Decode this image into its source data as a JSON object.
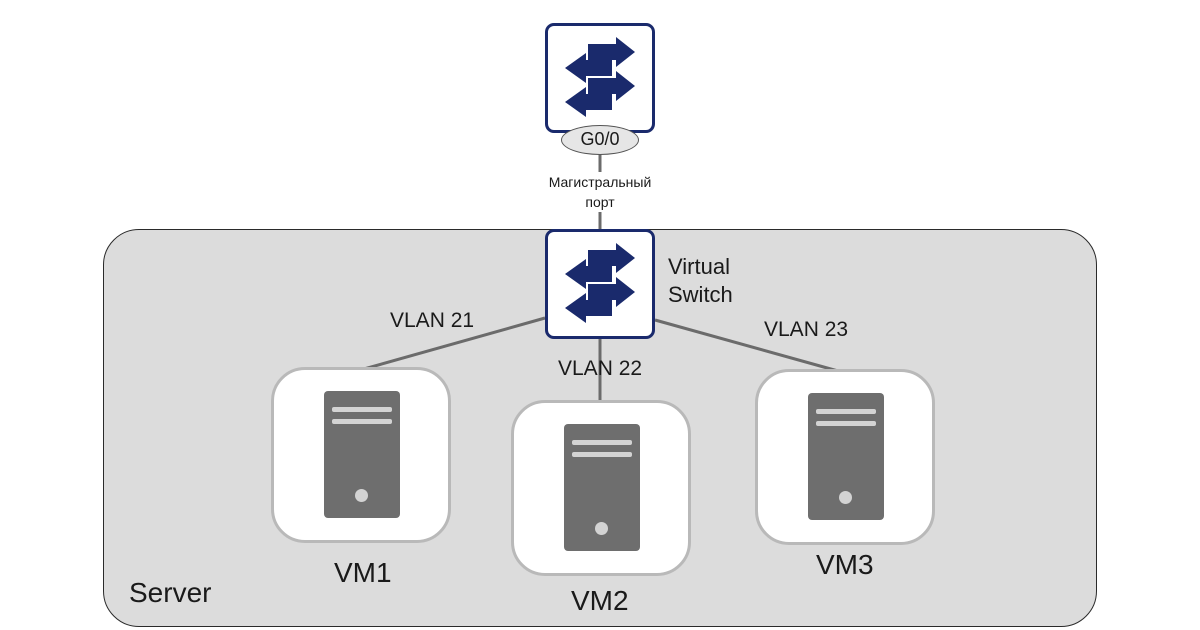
{
  "top_switch": {
    "port_label": "G0/0"
  },
  "trunk": {
    "label_line1": "Магистральный",
    "label_line2": "порт"
  },
  "virtual_switch": {
    "label_line1": "Virtual",
    "label_line2": "Switch"
  },
  "vlans": [
    {
      "label": "VLAN 21"
    },
    {
      "label": "VLAN 22"
    },
    {
      "label": "VLAN 23"
    }
  ],
  "vms": [
    {
      "label": "VM1"
    },
    {
      "label": "VM2"
    },
    {
      "label": "VM3"
    }
  ],
  "server": {
    "label": "Server"
  },
  "colors": {
    "switch_border": "#1a2a6c",
    "arrow": "#1a2a6c",
    "server_fill": "#dcdcdc",
    "link": "#6b6b6b",
    "tower": "#6e6e6e"
  }
}
